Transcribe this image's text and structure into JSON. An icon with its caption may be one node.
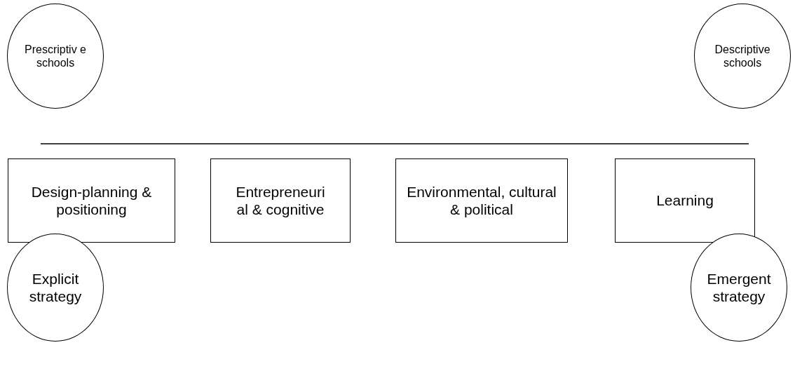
{
  "diagram": {
    "nodes": [
      {
        "text": [
          "Prescriptiv e schools"
        ]
      },
      {
        "text": [
          "Descriptive schools"
        ]
      },
      {
        "text": [
          "Design-planning & positioning"
        ]
      },
      {
        "text": [
          "Entrepreneuri al & cognitive"
        ]
      },
      {
        "text": [
          "Environmental, cultural & political"
        ]
      },
      {
        "text": [
          "Learning"
        ]
      },
      {
        "text": [
          "Explicit strategy"
        ]
      },
      {
        "text": [
          "Emergent strategy"
        ]
      }
    ]
  }
}
